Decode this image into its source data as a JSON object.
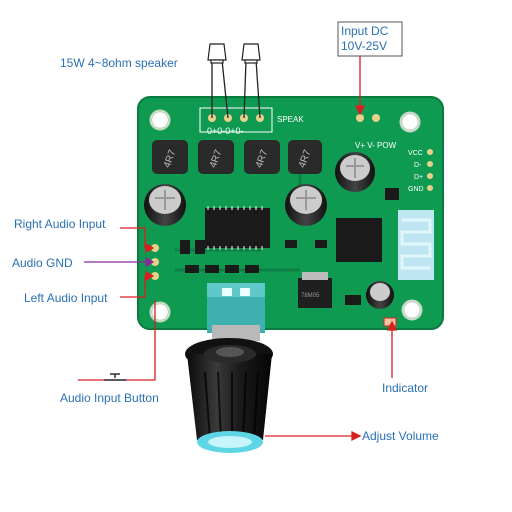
{
  "labels": {
    "speaker": "15W 4~8ohm speaker",
    "input_dc_line1": "Input DC",
    "input_dc_line2": "10V-25V",
    "right_audio": "Right Audio Input",
    "audio_gnd": "Audio GND",
    "left_audio": "Left Audio Input",
    "audio_button": "Audio Input Button",
    "indicator": "Indicator",
    "adjust_volume": "Adjust Volume"
  },
  "board": {
    "speak_silk": "SPEAK",
    "speak_pins": "0+0-0+0-",
    "inductor_mark": "4R7",
    "power_silk": "V+ V- POW",
    "pin_vcc": "VCC",
    "pin_d_minus": "D-",
    "pin_d_plus": "D+",
    "pin_gnd": "GND",
    "regulator_mark": "78M05"
  },
  "colors": {
    "label_blue": "#2a6fb5",
    "arrow_red": "#d62020",
    "pcb_green": "#0f9a52",
    "knob_black": "#1a1a1a",
    "pot_teal": "#3fb0b0"
  }
}
